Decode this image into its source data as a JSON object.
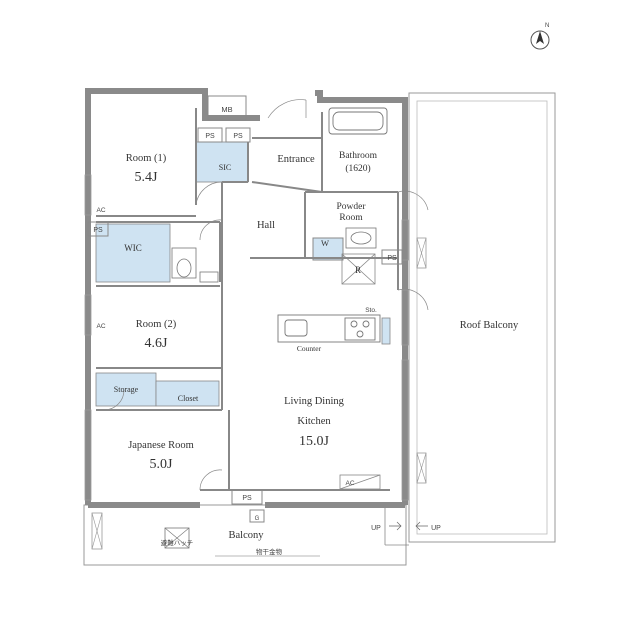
{
  "rooms": {
    "room1": {
      "name": "Room (1)",
      "size": "5.4J"
    },
    "room2": {
      "name": "Room (2)",
      "size": "4.6J"
    },
    "japanese": {
      "name": "Japanese Room",
      "size": "5.0J"
    },
    "ldk_line1": "Living Dining",
    "ldk_line2": "Kitchen",
    "ldk_size": "15.0J",
    "entrance": "Entrance",
    "bathroom_line1": "Bathroom",
    "bathroom_line2": "(1620)",
    "powder_line1": "Powder",
    "powder_line2": "Room",
    "hall": "Hall",
    "wic": "WIC",
    "sic": "SIC",
    "storage": "Storage",
    "closet": "Closet",
    "balcony": "Balcony",
    "roof_balcony": "Roof Balcony"
  },
  "fixtures": {
    "mb": "MB",
    "ps": "PS",
    "ac": "AC",
    "washer": "W",
    "fridge": "R",
    "sto": "Sto.",
    "counter": "Counter",
    "up": "UP",
    "gas": "G",
    "hatch": "避難ハッチ",
    "clothes_rack": "物干金物"
  },
  "compass": {
    "north": "N"
  },
  "colors": {
    "accent": "#cfe3f2",
    "wall": "#8a8a8a",
    "line": "#777777"
  }
}
